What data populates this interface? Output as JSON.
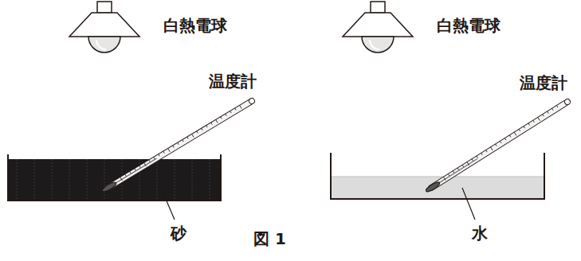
{
  "diagram": {
    "caption": "図 1",
    "labels": [
      "白熱電球",
      "温度計",
      "砂",
      "白熱電球",
      "温度計",
      "水"
    ]
  }
}
